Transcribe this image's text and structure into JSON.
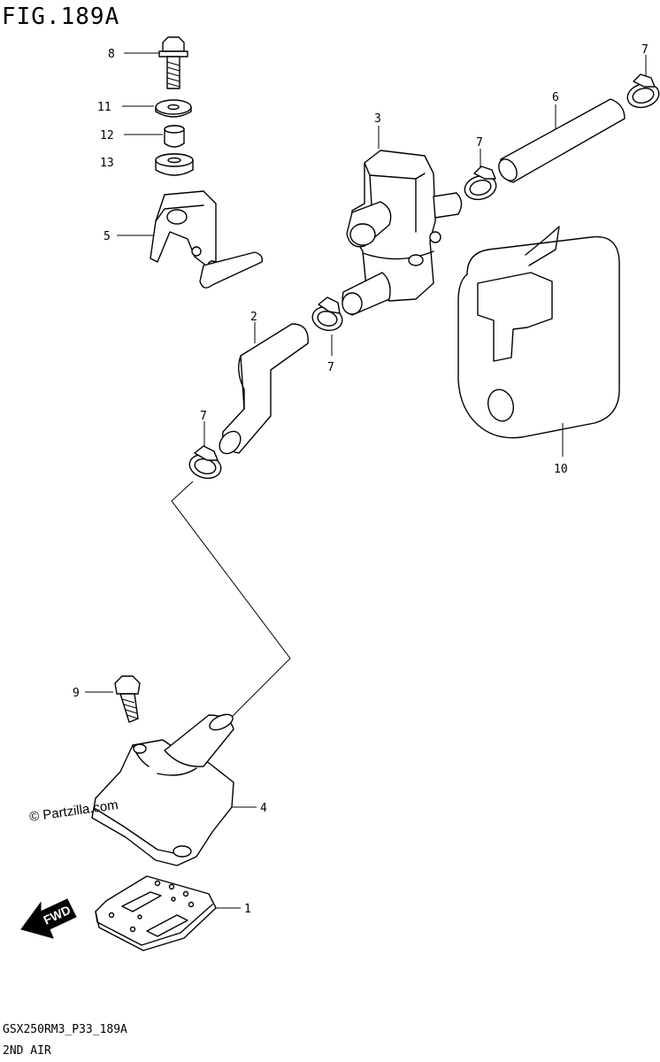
{
  "figure": {
    "title": "FIG.189A",
    "code": "GSX250RM3_P33_189A",
    "section": "2ND AIR"
  },
  "watermark": "© Partzilla.com",
  "direction_label": "FWD",
  "callouts": {
    "c1": "1",
    "c2": "2",
    "c3": "3",
    "c4": "4",
    "c5": "5",
    "c6": "6",
    "c7a": "7",
    "c7b": "7",
    "c7c": "7",
    "c7d": "7",
    "c8": "8",
    "c9": "9",
    "c10": "10",
    "c11": "11",
    "c12": "12",
    "c13": "13"
  }
}
